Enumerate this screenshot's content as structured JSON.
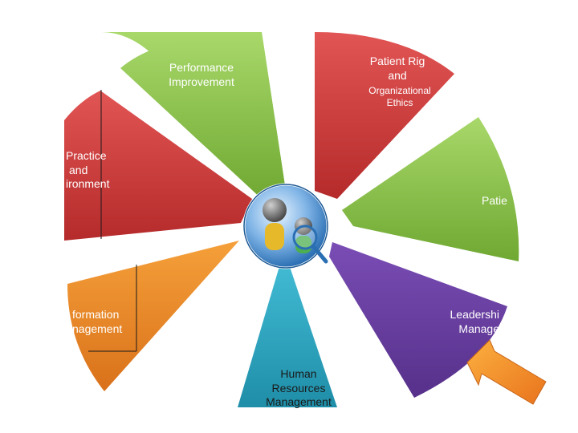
{
  "segments": [
    {
      "id": "performance",
      "lines": [
        "Performance",
        "Improvement"
      ],
      "color": "#8cc63f"
    },
    {
      "id": "patient-rights",
      "lines": [
        "Patient Rig",
        "and"
      ],
      "sub_lines": [
        "Organizational",
        "Ethics"
      ],
      "color": "#d73a3a"
    },
    {
      "id": "patient",
      "lines": [
        "Patie"
      ],
      "color": "#8cc63f"
    },
    {
      "id": "leadership",
      "lines": [
        "Leadershi",
        "Manage"
      ],
      "color": "#6b3fa0"
    },
    {
      "id": "human-resources",
      "lines": [
        "Human",
        "Resources",
        "Management"
      ],
      "color": "#2fa9c4"
    },
    {
      "id": "information",
      "lines": [
        "formation",
        "nagement"
      ],
      "color": "#f08a24"
    },
    {
      "id": "practice",
      "lines": "Practice and ironment",
      "lines_arr": [
        "Practice",
        "and",
        "ironment"
      ],
      "color": "#d73a3a"
    }
  ],
  "center_icon": "people-search-icon",
  "pointer_icon": "arrow-pointer-icon",
  "colors": {
    "arrow": "#f7941d",
    "hub": "#2b6fb3"
  }
}
